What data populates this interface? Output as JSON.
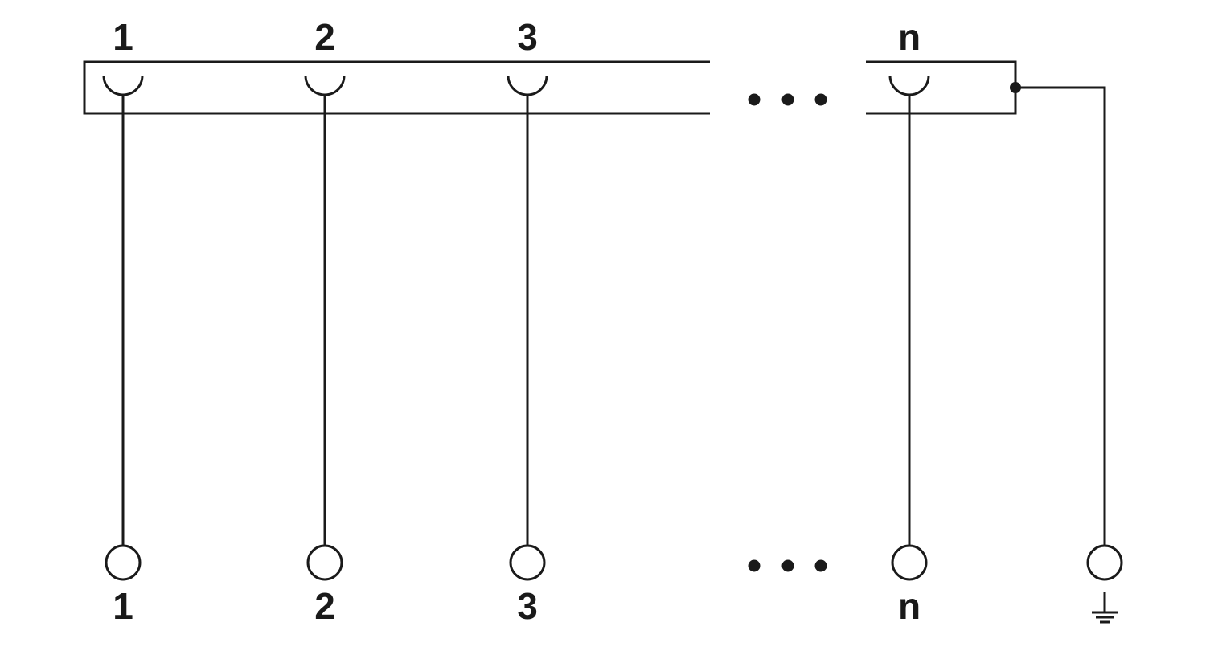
{
  "connector": {
    "pin_labels": [
      "1",
      "2",
      "3",
      "n"
    ]
  },
  "terminals": {
    "labels": [
      "1",
      "2",
      "3",
      "n"
    ],
    "ground_symbol": "ground-icon"
  },
  "continuation": "ellipsis-dots",
  "colors": {
    "line": "#1a1a1a",
    "background": "#ffffff"
  }
}
